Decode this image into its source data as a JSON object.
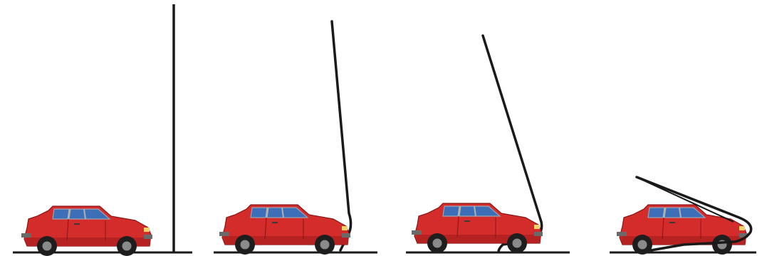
{
  "figure": {
    "panels": [
      {
        "id": "stage-1-pole-upright"
      },
      {
        "id": "stage-2-pole-bending"
      },
      {
        "id": "stage-3-pole-leaning"
      },
      {
        "id": "stage-4-pole-flattened"
      }
    ]
  },
  "colors": {
    "background": "#ffffff",
    "car_body": "#d42b2b",
    "car_body_shade": "#a81c1c",
    "car_window": "#3d6fb8",
    "car_window_frame": "#b0b0b0",
    "tire": "#1e1e1e",
    "hubcap": "#8a8a8a",
    "bumper": "#6a6a6a",
    "headlight": "#f3d06a",
    "pole": "#1a1a1a",
    "ground": "#1a1a1a"
  }
}
